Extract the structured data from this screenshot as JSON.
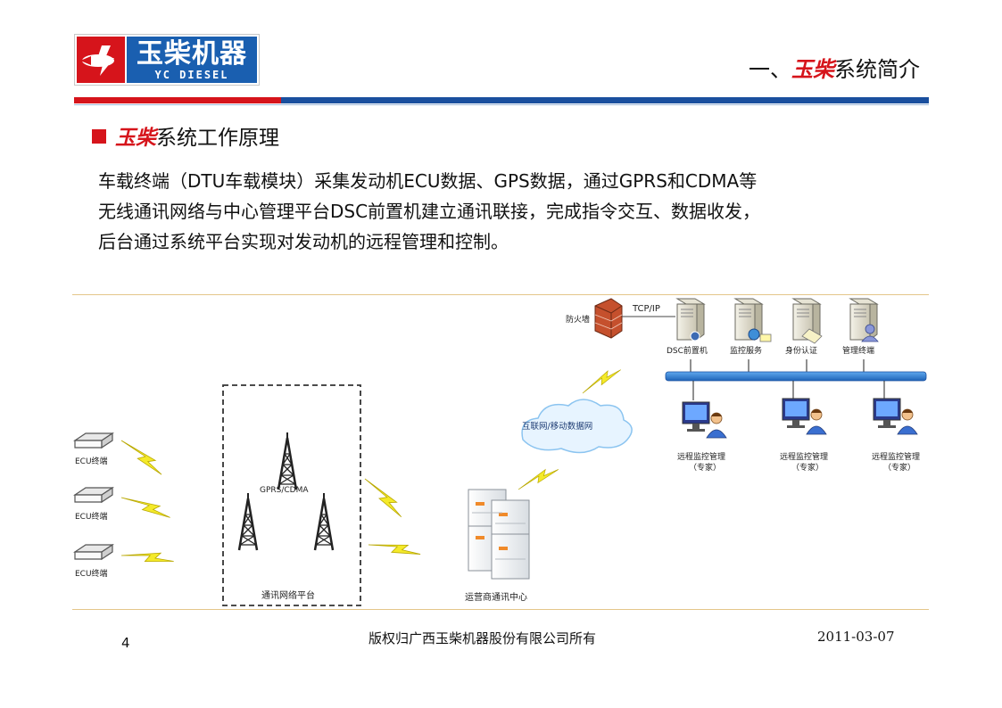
{
  "header": {
    "logo_cn": "玉柴机器",
    "logo_en": "YC DIESEL",
    "title_prefix": "一、",
    "title_highlight": "玉柴",
    "title_suffix": "系统简介"
  },
  "section": {
    "highlight": "玉柴",
    "title": "系统工作原理"
  },
  "paragraph": {
    "line1": "车载终端（DTU车载模块）采集发动机ECU数据、GPS数据，通过GPRS和CDMA等",
    "line2": "无线通讯网络与中心管理平台DSC前置机建立通讯联接，完成指令交互、数据收发，",
    "line3": "后台通过系统平台实现对发动机的远程管理和控制。"
  },
  "diagram": {
    "ecu_label": "ECU终端",
    "gprs_label": "GPRS/CDMA",
    "network_platform": "通讯网络平台",
    "operator_center": "运营商通讯中心",
    "internet": "互联网/移动数据网",
    "firewall": "防火墙",
    "tcpip": "TCP/IP",
    "servers": [
      "DSC前置机",
      "监控服务",
      "身份认证",
      "管理终端"
    ],
    "clients": [
      {
        "line1": "远程监控管理",
        "line2": "（专家）"
      },
      {
        "line1": "远程监控管理",
        "line2": "（专家）"
      },
      {
        "line1": "远程监控管理",
        "line2": "（专家）"
      }
    ]
  },
  "footer": {
    "page": "4",
    "copyright": "版权归广西玉柴机器股份有限公司所有",
    "date": "2011-03-07"
  },
  "colors": {
    "brand_red": "#d6141b",
    "brand_blue": "#1a4f9e",
    "bus_blue": "#2f7fd2",
    "lightning": "#f4ea2a"
  }
}
